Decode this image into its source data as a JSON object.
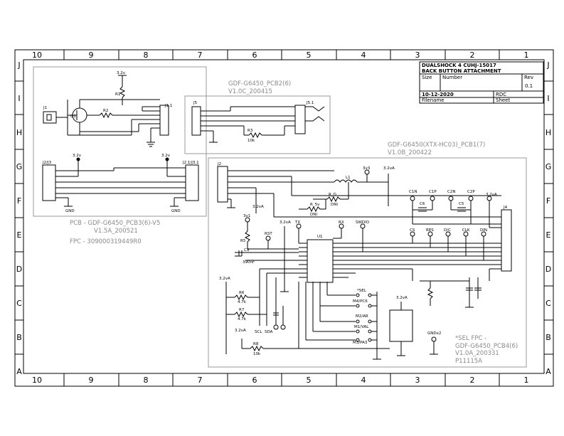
{
  "grid": {
    "cols": [
      "10",
      "9",
      "8",
      "7",
      "6",
      "5",
      "4",
      "3",
      "2",
      "1"
    ],
    "rows": [
      "J",
      "I",
      "H",
      "G",
      "F",
      "E",
      "D",
      "C",
      "B",
      "A"
    ]
  },
  "title_block": {
    "title_line1": "DUALSHOCK 4 CUHJ-15017",
    "title_line2": "BACK BUTTON ATTACHMENT",
    "size_label": "Size",
    "number_label": "Number",
    "rev_label": "Rev",
    "rev_value": "0.1",
    "date": "10-12-2020",
    "filename_label": "Filename",
    "rdc_label": "RDC",
    "sheet_label": "Sheet"
  },
  "notes": {
    "pcb2_line1": "GDF-G6450_PCB2(6)",
    "pcb2_line2": "V1.0C_200415",
    "pcb1_line1": "GDF-G6450(XTX-HC03)_PCB1(7)",
    "pcb1_line2": "V1.0B_200422",
    "pcb3_line1": "PCB - GDF-G6450_PCB3(6)-V5",
    "pcb3_line2": "V1.5A_200521",
    "fpc_line": "FPC - 309000319449R0",
    "sel_line1": "*SEL FPC -",
    "sel_line2": "GDF-G6450_PCB4(6)",
    "sel_line3": "V1.0A_200331",
    "sel_line4": "P11115A"
  },
  "refs": {
    "j1": "J1",
    "q1": "Q1",
    "r1": "R1",
    "r2": "R2",
    "j11": "J1.1",
    "j5": "J5",
    "j51": "J5.1",
    "r3": "R3",
    "r3v": "10k",
    "j2j3": "J2/J3",
    "j21j31": "J2.1/J3.1",
    "j2": "J2",
    "j4": "J4",
    "l1": "L1",
    "rd": "R_D",
    "r5v": "R_5v",
    "dni1": "DNI",
    "dni2": "DNI",
    "u1": "U1",
    "c9": "C9",
    "c9v": "390nF",
    "r5": "R5",
    "r6": "R6",
    "r7": "R7",
    "r8": "R8",
    "r6v": "4.7k",
    "r7v": "4.7k",
    "r8v": "10k",
    "scl": "SCL",
    "sda": "SDA",
    "rst": "RST",
    "tx": "TX",
    "rx": "RX",
    "swdio": "SWDIO",
    "v33": "3v3",
    "v3v1": "3v1",
    "c1n": "C1N",
    "c1p": "C1P",
    "c2n": "C2N",
    "c2p": "C2P",
    "c6": "C6",
    "c5": "C5",
    "cs": "CS",
    "res": "RES",
    "dc": "D/C",
    "clk": "CLK",
    "din": "DIN",
    "sel": "*SEL",
    "m4": "M4/PC6",
    "m2": "M2/AR",
    "m1": "M1/VAL",
    "m3": "M3/PA3",
    "gnd": "GND",
    "gndx2": "GNDx2",
    "v32": "3.2v",
    "v32a": "3.2vA"
  }
}
